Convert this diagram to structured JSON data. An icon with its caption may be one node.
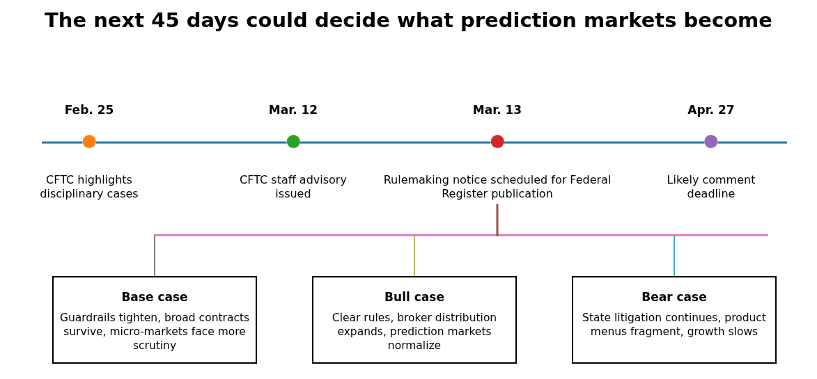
{
  "diagram": {
    "title": "The next 45 days could decide what prediction markets become",
    "nodes": [
      {
        "text": [
          "Feb. 25"
        ],
        "beside": [
          "CFTC highlights disciplinary cases"
        ]
      },
      {
        "text": [
          "Mar. 12"
        ],
        "beside": [
          "CFTC staff advisory issued"
        ]
      },
      {
        "text": [
          "Mar. 13"
        ],
        "beside": [
          "Rulemaking notice scheduled for Federal Register publication"
        ]
      },
      {
        "text": [
          "Apr. 27"
        ],
        "beside": [
          "Likely comment deadline"
        ]
      },
      {
        "text": [
          "Base case",
          "Guardrails tighten, broad contracts survive, micro-markets face more scrutiny"
        ]
      },
      {
        "text": [
          "Bull case",
          "Clear rules, broker distribution expands, prediction markets normalize"
        ]
      },
      {
        "text": [
          "Bear case",
          "State litigation continues, product menus fragment, growth slows"
        ]
      }
    ],
    "edges": [
      {
        "from": 0,
        "to": 1,
        "arrow": "none",
        "color": "#1f77b4"
      },
      {
        "from": 1,
        "to": 2,
        "arrow": "none",
        "color": "#1f77b4"
      },
      {
        "from": 2,
        "to": 3,
        "arrow": "none",
        "color": "#1f77b4"
      },
      {
        "from": 2,
        "to": 4,
        "arrow": "none",
        "color": "#7f7f7f"
      },
      {
        "from": 2,
        "to": 5,
        "arrow": "none",
        "color": "#bcbd22"
      },
      {
        "from": 2,
        "to": 6,
        "arrow": "none",
        "color": "#17becf"
      }
    ]
  }
}
